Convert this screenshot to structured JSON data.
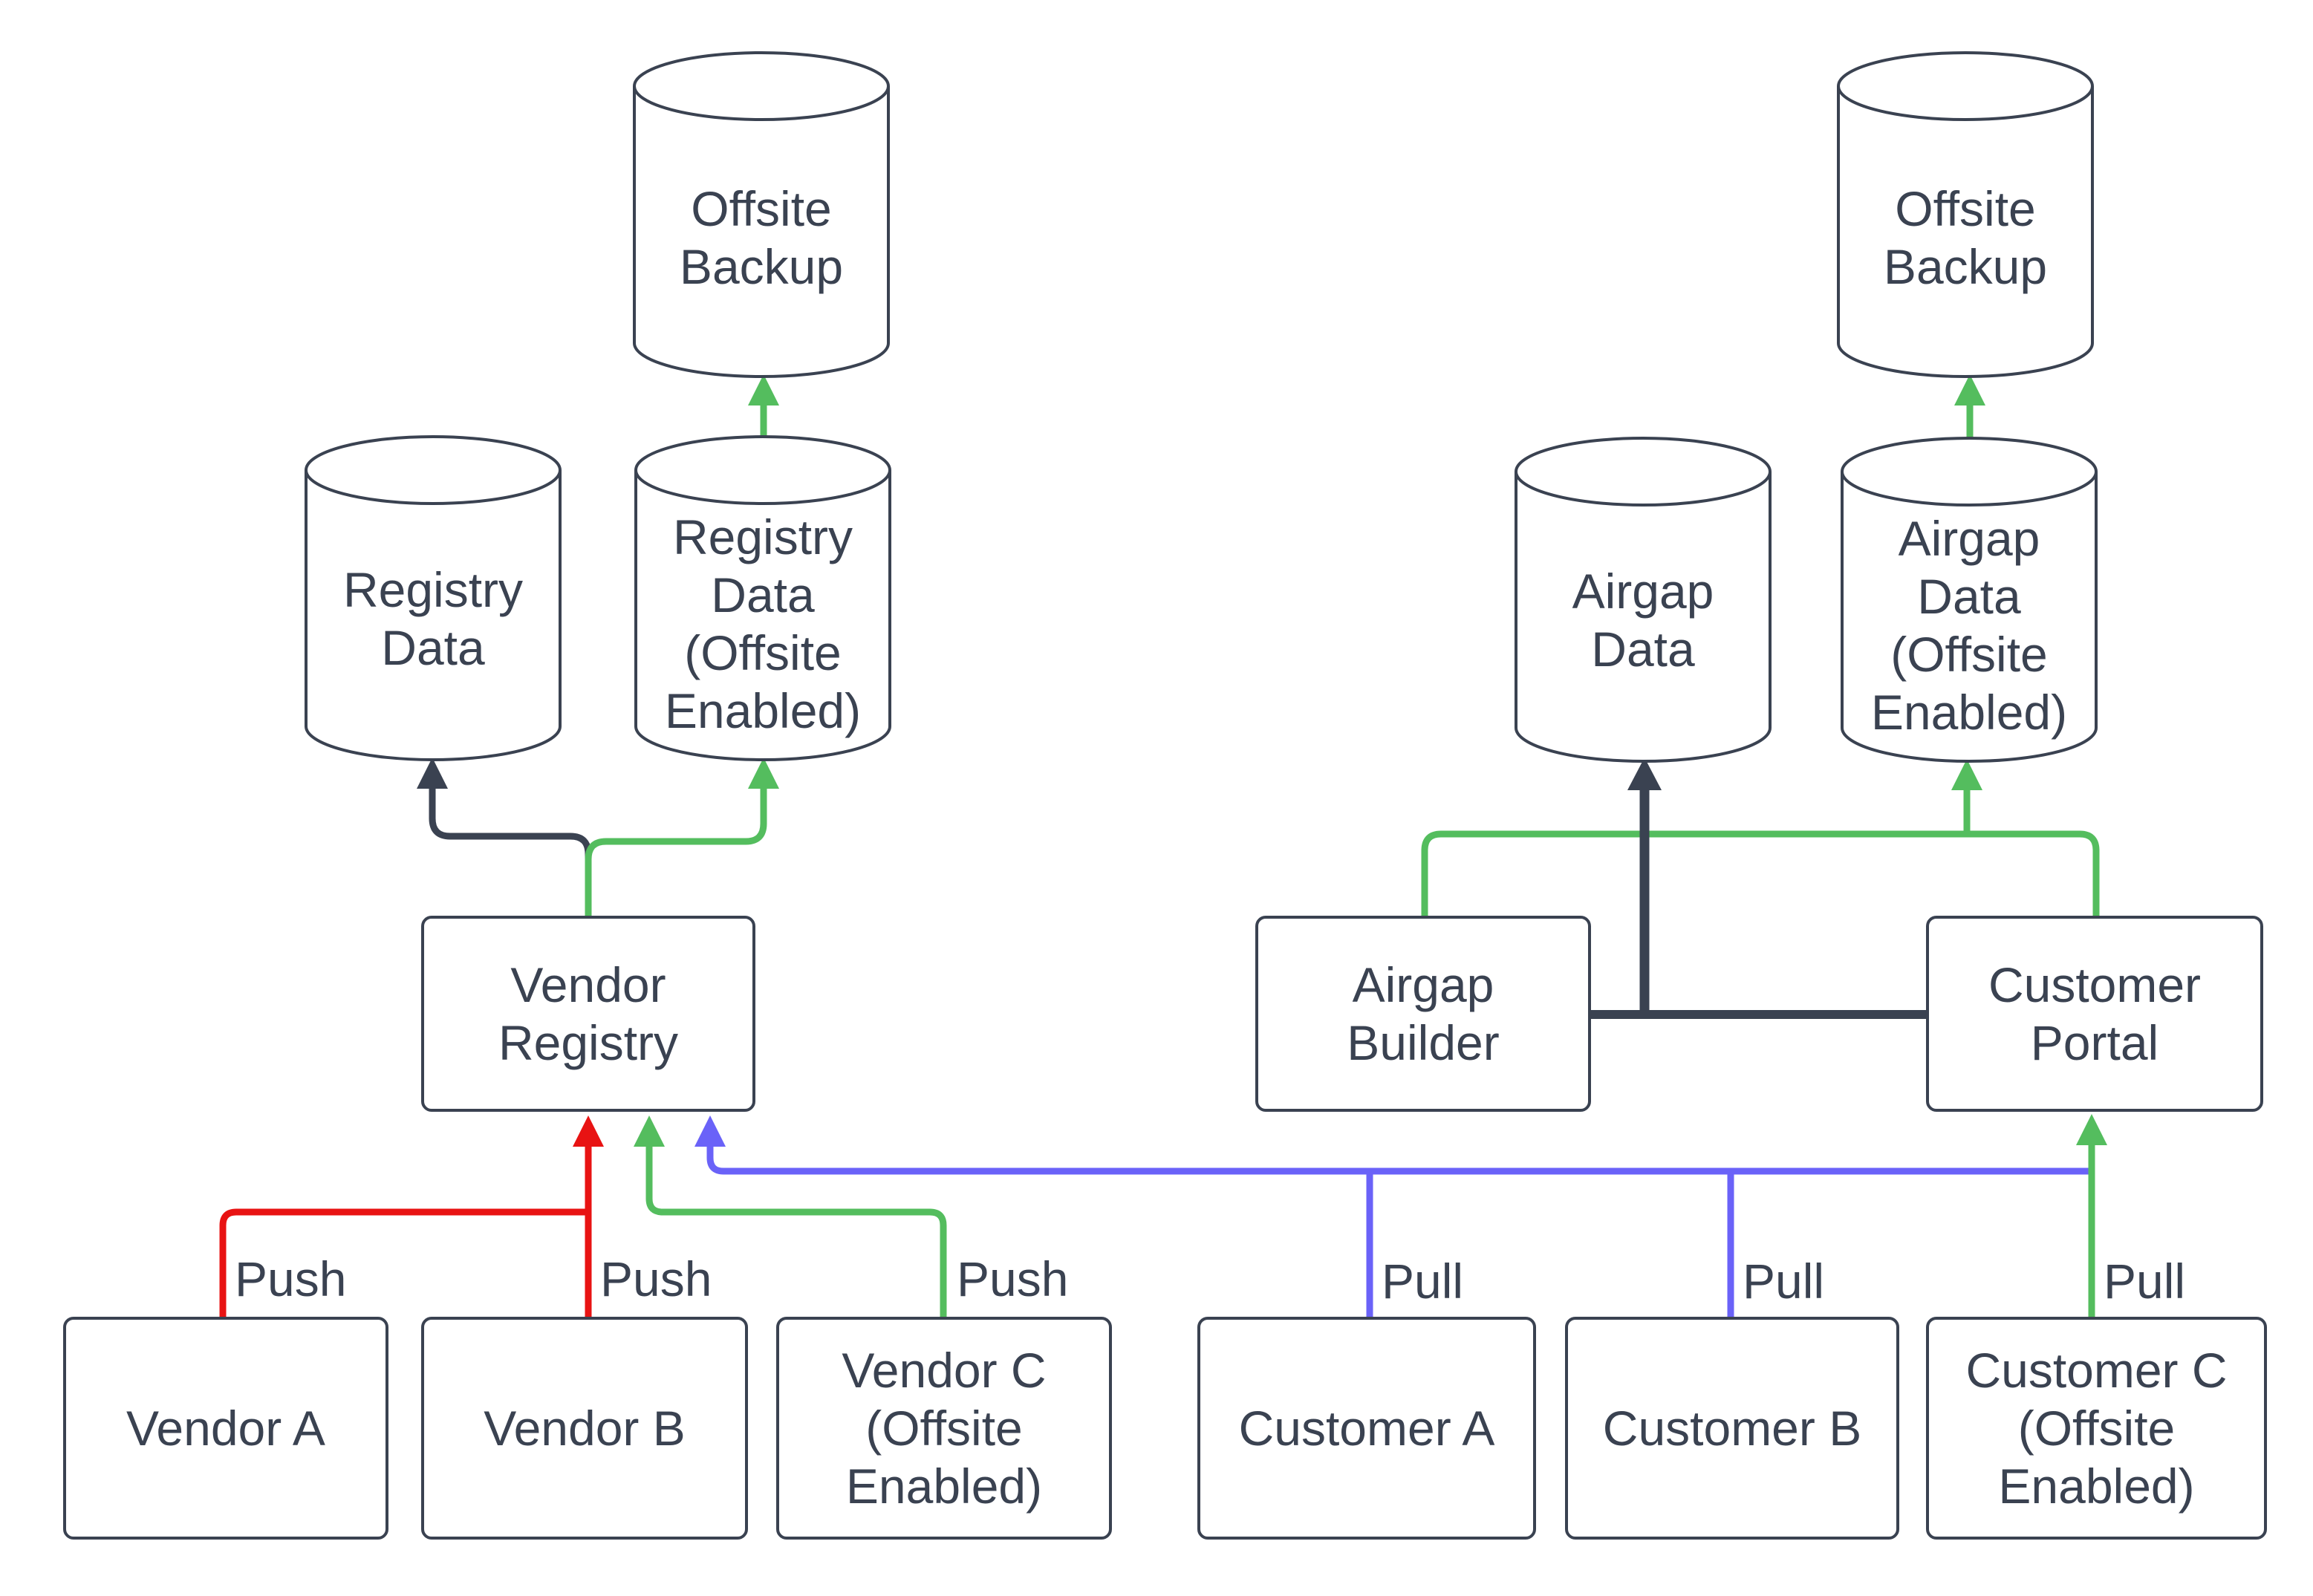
{
  "diagram": {
    "colors": {
      "dark": "#3a4251",
      "red": "#e81313",
      "green": "#54bd5e",
      "blue": "#6a62f8",
      "background": "#ffffff"
    },
    "nodes": {
      "offsite_backup_left": {
        "type": "cylinder",
        "lines": [
          "Offsite",
          "Backup"
        ]
      },
      "registry_data": {
        "type": "cylinder",
        "lines": [
          "Registry",
          "Data"
        ]
      },
      "registry_data_offsite": {
        "type": "cylinder",
        "lines": [
          "Registry",
          "Data",
          "(Offsite",
          "Enabled)"
        ]
      },
      "vendor_registry": {
        "type": "box",
        "lines": [
          "Vendor",
          "Registry"
        ]
      },
      "vendor_a": {
        "type": "box",
        "lines": [
          "Vendor A"
        ]
      },
      "vendor_b": {
        "type": "box",
        "lines": [
          "Vendor B"
        ]
      },
      "vendor_c": {
        "type": "box",
        "lines": [
          "Vendor C",
          "(Offsite",
          "Enabled)"
        ]
      },
      "offsite_backup_right": {
        "type": "cylinder",
        "lines": [
          "Offsite",
          "Backup"
        ]
      },
      "airgap_data": {
        "type": "cylinder",
        "lines": [
          "Airgap",
          "Data"
        ]
      },
      "airgap_data_offsite": {
        "type": "cylinder",
        "lines": [
          "Airgap",
          "Data",
          "(Offsite",
          "Enabled)"
        ]
      },
      "airgap_builder": {
        "type": "box",
        "lines": [
          "Airgap",
          "Builder"
        ]
      },
      "customer_portal": {
        "type": "box",
        "lines": [
          "Customer",
          "Portal"
        ]
      },
      "customer_a": {
        "type": "box",
        "lines": [
          "Customer A"
        ]
      },
      "customer_b": {
        "type": "box",
        "lines": [
          "Customer B"
        ]
      },
      "customer_c": {
        "type": "box",
        "lines": [
          "Customer C",
          "(Offsite",
          "Enabled)"
        ]
      }
    },
    "edge_labels": {
      "push_vendor_a": "Push",
      "push_vendor_b": "Push",
      "push_vendor_c": "Push",
      "pull_customer_a": "Pull",
      "pull_customer_b": "Pull",
      "pull_customer_c": "Pull"
    }
  }
}
